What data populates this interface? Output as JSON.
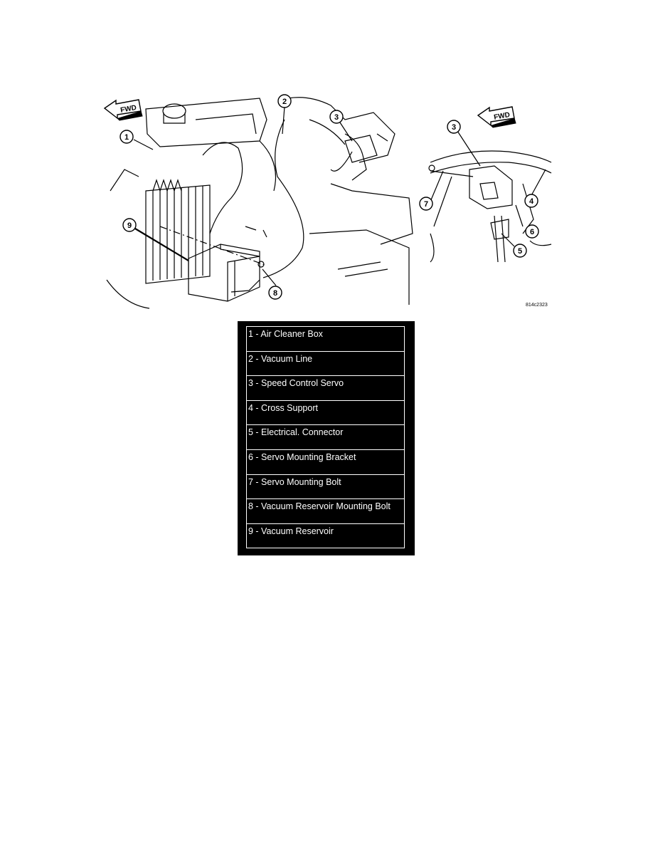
{
  "figure": {
    "fwd_label_left": "FWD",
    "fwd_label_right": "FWD",
    "callouts": [
      "1",
      "2",
      "3",
      "9",
      "8",
      "3",
      "7",
      "4",
      "6",
      "5"
    ],
    "figure_code": "814c2323"
  },
  "legend": {
    "rows": [
      "1 - Air Cleaner Box",
      "2 - Vacuum Line",
      "3 - Speed Control Servo",
      "4 - Cross Support",
      "5 - Electrical. Connector",
      "6 - Servo Mounting Bracket",
      "7 - Servo Mounting Bolt",
      "8 - Vacuum Reservoir Mounting Bolt",
      "9 - Vacuum Reservoir"
    ]
  }
}
